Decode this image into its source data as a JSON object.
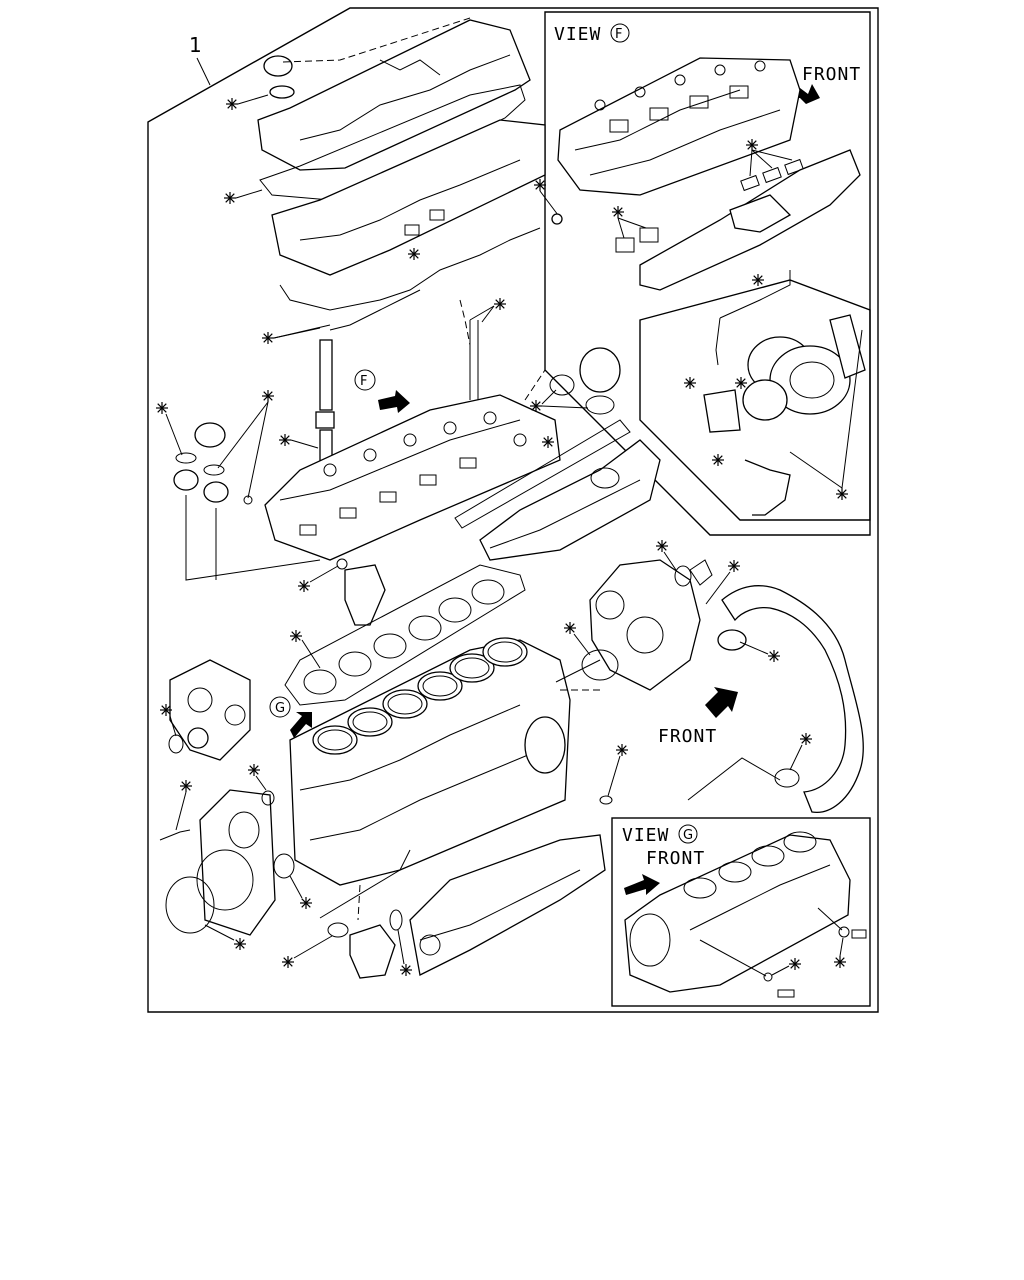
{
  "diagram": {
    "callout_number": "1",
    "gasket_marker": "※",
    "view_f": {
      "label": "VIEW",
      "letter": "F",
      "front_label": "FRONT"
    },
    "view_g": {
      "label": "VIEW",
      "letter": "G",
      "front_label": "FRONT"
    },
    "main_view_markers": {
      "f": "F",
      "g": "G"
    },
    "front_label_main": "FRONT"
  }
}
